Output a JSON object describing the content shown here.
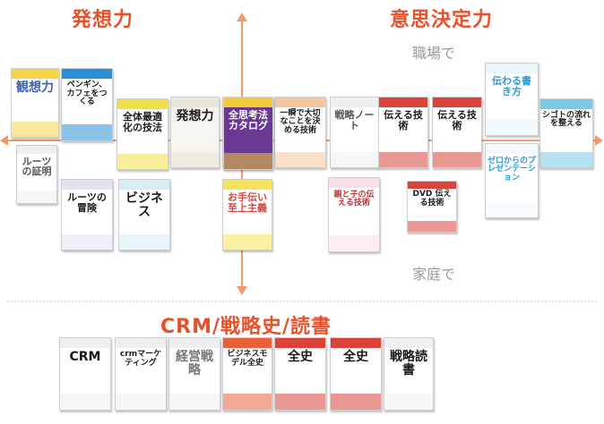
{
  "headers": {
    "left_top": "発想力",
    "right_top": "意思決定力",
    "bottom": "CRM/戦略史/読書"
  },
  "subheaders": {
    "workplace": "職場で",
    "home": "家庭で"
  },
  "colors": {
    "accent": "#e8502a",
    "axis": "#f29b6b",
    "muted": "#9a9a9a"
  },
  "books": [
    {
      "id": "b1",
      "title": "観想力",
      "bg": "#ffffff",
      "fg": "#3a62b0",
      "band": "#f5d34a"
    },
    {
      "id": "b2",
      "title": "ペンギン、カフェをつくる",
      "bg": "#ffffff",
      "fg": "#1a1a1a",
      "band": "#2a8fd6"
    },
    {
      "id": "b3",
      "title": "全体最適化の技法",
      "bg": "#ffffff",
      "fg": "#1a1a1a",
      "band": "#f0e04a"
    },
    {
      "id": "b4",
      "title": "発想力",
      "bg": "#f6f4ee",
      "fg": "#1a1a1a",
      "band": "#e9e6dc"
    },
    {
      "id": "b5",
      "title": "ハカる力",
      "bg": "#f0f0f0",
      "fg": "#555555",
      "band": "#dddddd"
    },
    {
      "id": "b6",
      "title": "全思考法カタログ",
      "bg": "#6a3a92",
      "fg": "#ffffff",
      "band": "#f1c93a"
    },
    {
      "id": "b7",
      "title": "一瞬で大切なことを決める技術",
      "bg": "#ffffff",
      "fg": "#1a1a1a",
      "band": "#f4c6a0"
    },
    {
      "id": "b8",
      "title": "戦略ノート",
      "bg": "#ffffff",
      "fg": "#555555",
      "band": "#efefef"
    },
    {
      "id": "b9",
      "title": "伝える技術",
      "bg": "#ffffff",
      "fg": "#1a1a1a",
      "band": "#d9433a"
    },
    {
      "id": "b10",
      "title": "伝える技術",
      "bg": "#ffffff",
      "fg": "#1a1a1a",
      "band": "#d9433a"
    },
    {
      "id": "b11",
      "title": "伝わる書き方",
      "bg": "#ffffff",
      "fg": "#2a9ad6",
      "band": "#e9f5fb"
    },
    {
      "id": "b12",
      "title": "シゴトの流れを整える",
      "bg": "#ffffff",
      "fg": "#1a1a1a",
      "band": "#7cc6e6"
    },
    {
      "id": "b13",
      "title": "ルーツの証明",
      "bg": "#ffffff",
      "fg": "#555555",
      "band": "#efefef"
    },
    {
      "id": "b14",
      "title": "ルーツの冒険",
      "bg": "#ffffff",
      "fg": "#1a1a1a",
      "band": "#e8e0f0"
    },
    {
      "id": "b15",
      "title": "ビジネス",
      "bg": "#ffffff",
      "fg": "#1a1a1a",
      "band": "#d8ecf6"
    },
    {
      "id": "b16",
      "title": "お手伝い至上主義",
      "bg": "#ffffff",
      "fg": "#d9433a",
      "band": "#f6e35a"
    },
    {
      "id": "b17",
      "title": "親と子の伝える技術",
      "bg": "#ffffff",
      "fg": "#c0302a",
      "band": "#f9e0e8"
    },
    {
      "id": "b18",
      "title": "DVD 伝える技術",
      "bg": "#ffffff",
      "fg": "#1a1a1a",
      "band": "#d9433a"
    },
    {
      "id": "b19",
      "title": "ゼロからのプレゼンテーション",
      "bg": "#ffffff",
      "fg": "#2a9ad6",
      "band": "#f3f8fb"
    },
    {
      "id": "c1",
      "title": "CRM",
      "bg": "#ffffff",
      "fg": "#1a1a1a",
      "band": "#efefef"
    },
    {
      "id": "c2",
      "title": "crmマーケティング",
      "bg": "#ffffff",
      "fg": "#1a1a1a",
      "band": "#efefef"
    },
    {
      "id": "c3",
      "title": "経営戦略",
      "bg": "#ffffff",
      "fg": "#777777",
      "band": "#efefef"
    },
    {
      "id": "c4",
      "title": "ビジネスモデル全史",
      "bg": "#ffffff",
      "fg": "#1a1a1a",
      "band": "#e9603a"
    },
    {
      "id": "c5",
      "title": "全史",
      "bg": "#ffffff",
      "fg": "#1a1a1a",
      "band": "#d9433a"
    },
    {
      "id": "c6",
      "title": "全史",
      "bg": "#ffffff",
      "fg": "#1a1a1a",
      "band": "#d9433a"
    },
    {
      "id": "c7",
      "title": "戦略読書",
      "bg": "#ffffff",
      "fg": "#1a1a1a",
      "band": "#f0f0f0"
    }
  ]
}
